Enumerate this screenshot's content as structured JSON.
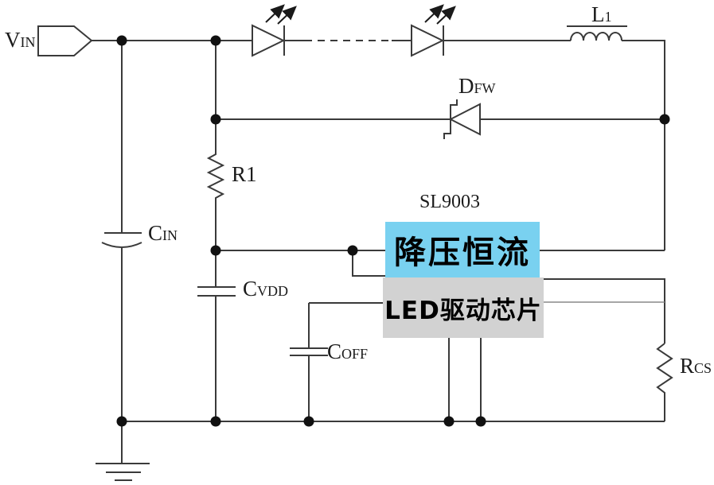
{
  "schematic": {
    "chip_part_number": "SL9003",
    "chip_block": {
      "line1": "降压恒流",
      "line2": "LED驱动芯片"
    },
    "labels": {
      "vin": {
        "main": "V",
        "sub": "IN"
      },
      "cin": {
        "main": "C",
        "sub": "IN"
      },
      "r1": {
        "main": "R1",
        "sub": ""
      },
      "l1": {
        "main": "L",
        "sub": "1"
      },
      "dfw": {
        "main": "D",
        "sub": "FW"
      },
      "cvdd": {
        "main": "C",
        "sub": "VDD"
      },
      "coff": {
        "main": "C",
        "sub": "OFF"
      },
      "rcs": {
        "main": "R",
        "sub": "CS"
      }
    },
    "colors": {
      "chip_top_bg": "#79d1f0",
      "chip_bottom_bg": "#d2d2d2",
      "wire": "#3a3a3a",
      "light_wire": "#888888",
      "dot": "#111111"
    }
  }
}
